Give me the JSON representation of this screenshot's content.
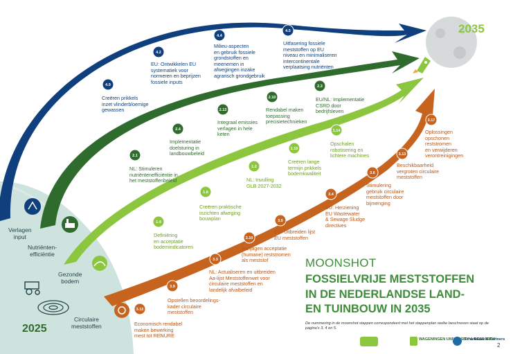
{
  "years": {
    "start": "2025",
    "end": "2035"
  },
  "roots": [
    {
      "label": "Verlagen\ninput"
    },
    {
      "label": "Nutriënten-\nefficiëntie"
    },
    {
      "label": "Gezonde\nbodem"
    },
    {
      "label": "Circulaire\nmeststoffen"
    }
  ],
  "milestones": {
    "blue": [
      {
        "id": "4.9",
        "text": "Creëren prikkels\ninzet vlinderbloemige\ngewassen"
      },
      {
        "id": "4.2",
        "text": "EU: Ontwikkelen EU\nsystematiek voor\nnormeren en beprijzen\nfossiele inputs"
      },
      {
        "id": "4.4",
        "text": "Milieu-aspecten\nen gebruik fossiele\ngrondstoffen en\nmeenemen in\nafwegingen inzake\nagrarisch grondgebruik"
      },
      {
        "id": "4.5",
        "text": "Uitfasering fossiele\nmeststoffen op EU\nniveau en minimaliseren\nintercontinentale\nverplaatsing nutriënten"
      }
    ],
    "dgreen": [
      {
        "id": "2.1",
        "text": "NL: Stimuleren\nnutriëntenefficiëntie in\nhet meststoffenbeleid"
      },
      {
        "id": "2.4",
        "text": "Implementatie\ndoelsturing in\nlandbouwbeleid"
      },
      {
        "id": "2.13",
        "text": "Integraal emissies\nverlagen in hele\nketen"
      },
      {
        "id": "2.10",
        "text": "Rendabel maken\ntoepassing\nprecisietechnieken"
      },
      {
        "id": "2.3",
        "text": "EU/NL: Implementatie\nCSRD door\nbedrijfsleven"
      }
    ],
    "lgreen": [
      {
        "id": "1.4",
        "text": "Definiëring\nen acceptatie\nbodemindicatoren"
      },
      {
        "id": "1.8",
        "text": "Creëren praktische\ninzichten afweging\nbouwplan"
      },
      {
        "id": "1.2",
        "text": "NL: Invulling\nGLB 2027-2032"
      },
      {
        "id": "1.10",
        "text": "Creëren lange\ntermijn prikkels\nbodemkwaliteit"
      },
      {
        "id": "1.14",
        "text": "Opschalen\nrobotisering en\nlichtere machines"
      }
    ],
    "orange": [
      {
        "id": "3.12",
        "text": "Economisch rendabel\nmaken bewerking\nmest tot RENURE"
      },
      {
        "id": "3.9",
        "text": "Opstellen beoordelings-\nkader circulaire\nmeststoffen"
      },
      {
        "id": "3.3",
        "text": "NL: Actualiseren en uitbreiden\nAa-lijst Meststoffenwet voor\ncirculaire meststoffen en\nlandelijk afvalbeleid"
      },
      {
        "id": "3.10",
        "text": "Aanjagen acceptatie\n(humane) reststromen\nals meststof"
      },
      {
        "id": "3.5",
        "text": "EU: Uitbreiden lijst\nEU meststoffen"
      },
      {
        "id": "3.4",
        "text": "EU: Herziening\nEU Wastewater\n& Sewage Sludge\ndirectives"
      },
      {
        "id": "3.6",
        "text": "Stimulering\ngebruik circulaire\nmeststoffen door\nbijmenging"
      },
      {
        "id": "3.13",
        "text": "Beschikbaarheid\nvergroten circulaire\nmeststoffen"
      },
      {
        "id": "3.17",
        "text": "Oplossingen\nopschonen\nreststromen\nen verwijderen\nverontreinigingen"
      }
    ]
  },
  "title": {
    "small": "MOONSHOT",
    "big": "FOSSIELVRIJE MESTSTOFFEN\nIN DE NEDERLANDSE LAND-\nEN TUINBOUW IN 2035"
  },
  "footnote": "De nummering in de moonshot stappen correspondeert met het stappenplan welke beschreven staat op de pagina's 3, 4 en 5.",
  "logos": [
    {
      "name": "Wageningen",
      "text": "WAGENINGEN\nUNIVERSITY & RESEARCH"
    },
    {
      "name": "Schuttelaar",
      "text": "Schuttelaar\n& Partners"
    }
  ],
  "page_number": "2",
  "colors": {
    "blue": "#0f3f7c",
    "dgreen": "#2f6b2c",
    "lgreen": "#8cc63f",
    "orange": "#c6641f",
    "earth": "#cfe3de",
    "title": "#3e8c3a"
  }
}
